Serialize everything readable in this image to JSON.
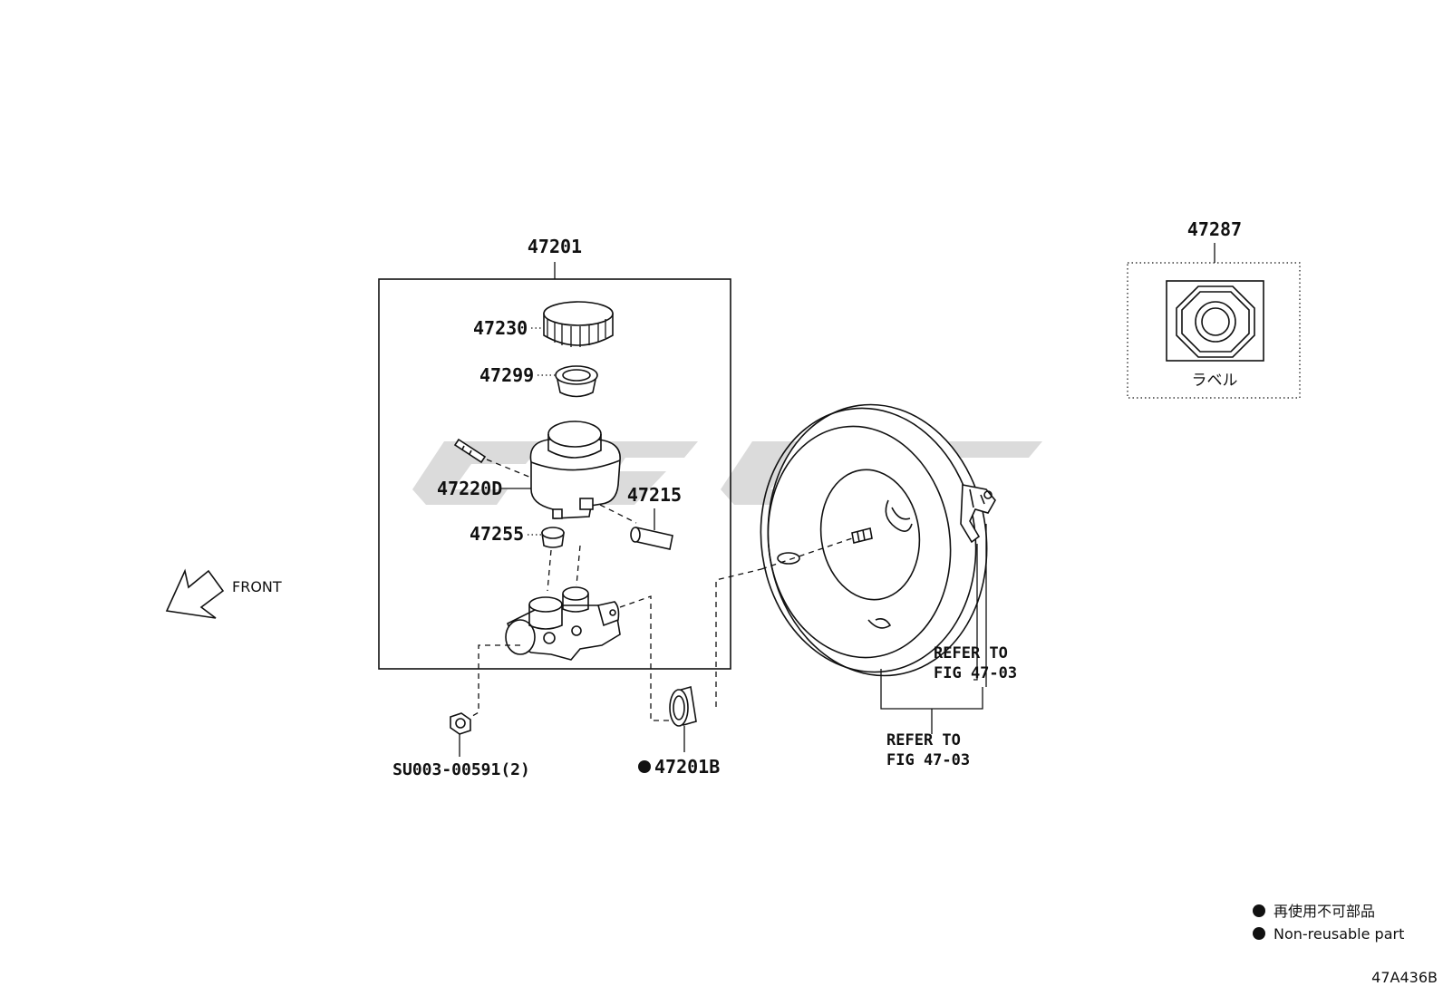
{
  "labels": {
    "assembly": "47201",
    "cap": "47230",
    "strainer": "47299",
    "reservoir": "47220D",
    "pin": "47215",
    "grommet": "47255",
    "nut": "SU003-00591(2)",
    "seal": "47201B",
    "label_part": "47287",
    "label_caption": "ラベル",
    "refer_1_line1": "REFER TO",
    "refer_1_line2": "FIG 47-03",
    "refer_2_line1": "REFER TO",
    "refer_2_line2": "FIG 47-03",
    "front": "FRONT",
    "figure_code": "47A436B"
  },
  "legend": {
    "jp": "再使用不可部品",
    "en": "Non-reusable part"
  }
}
